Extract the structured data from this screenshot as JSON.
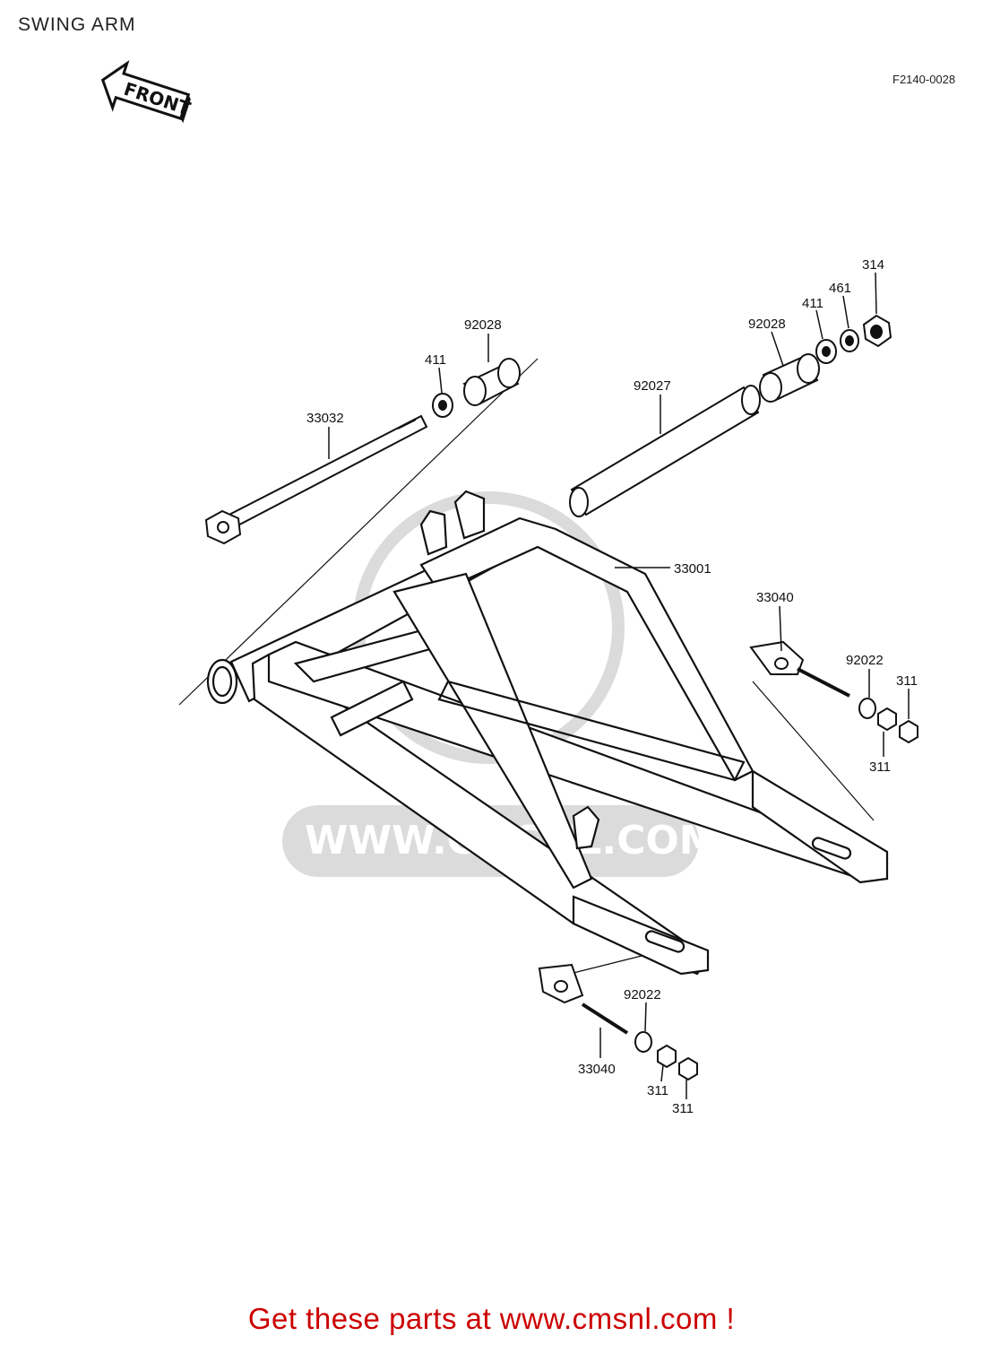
{
  "header": {
    "title": "SWING ARM",
    "figure_code": "F2140-0028"
  },
  "front_arrow": {
    "label": "FRONT"
  },
  "watermark": {
    "text": "WWW.CMSNL.COM"
  },
  "parts": {
    "p33032": "33032",
    "p411_left": "411",
    "p92028_left": "92028",
    "p92027": "92027",
    "p92028_right": "92028",
    "p411_right": "411",
    "p461": "461",
    "p314": "314",
    "p33001": "33001",
    "p33040_upper": "33040",
    "p92022_upper": "92022",
    "p311_upper_a": "311",
    "p311_upper_b": "311",
    "p92022_lower": "92022",
    "p33040_lower": "33040",
    "p311_lower_a": "311",
    "p311_lower_b": "311"
  },
  "footer": {
    "text": "Get these parts at www.cmsnl.com !",
    "color": "#cc0000"
  }
}
